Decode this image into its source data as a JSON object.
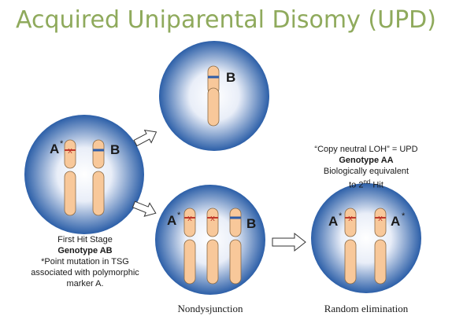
{
  "title": "Acquired Uniparental Disomy (UPD)",
  "labels": {
    "a": "A",
    "b": "B",
    "x": "x",
    "star": "*"
  },
  "first_hit": {
    "line1": "First Hit Stage",
    "line2": "Genotype AB",
    "line3": "*Point mutation in TSG",
    "line4": "associated with polymorphic",
    "line5": "marker A."
  },
  "upd": {
    "line1": "“Copy neutral LOH” = UPD",
    "line2": "Genotype AA",
    "line3": "Biologically equivalent",
    "line4_pre": "to 2",
    "line4_sup": "nd",
    "line4_post": " Hit"
  },
  "captions": {
    "nondysjunction": "Nondysjunction",
    "random_elimination": "Random elimination"
  },
  "colors": {
    "title": "#8faa5c",
    "chromosome": "#f8c89a",
    "mutation": "#c0392b",
    "marker_b": "#2e5da8",
    "cell_edge": "#2c5fa8"
  }
}
